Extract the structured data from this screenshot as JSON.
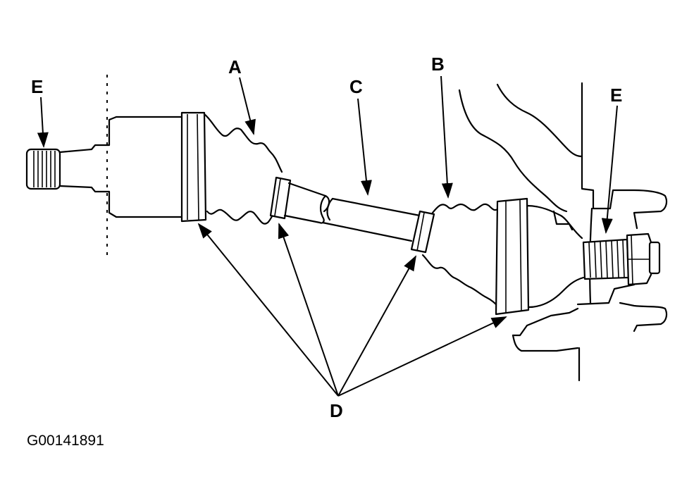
{
  "labels": {
    "a": "A",
    "b": "B",
    "c": "C",
    "d": "D",
    "e_left": "E",
    "e_right": "E"
  },
  "figure_code": "G00141891",
  "colors": {
    "ink": "#000000",
    "background": "#ffffff"
  }
}
